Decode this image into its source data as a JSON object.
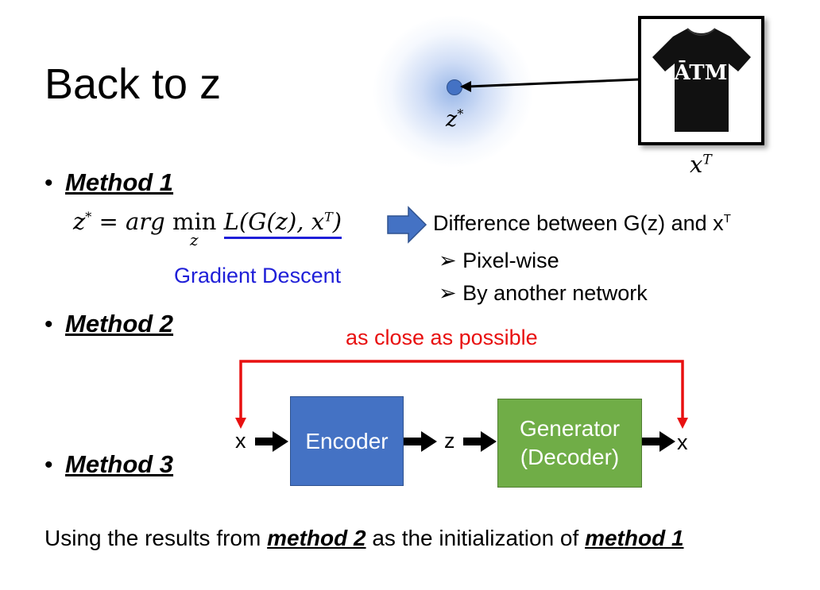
{
  "title": "Back to z",
  "z_star": "z*",
  "x_T": "xT",
  "shirt_logo": "ATM",
  "methods": [
    {
      "label": "Method 1"
    },
    {
      "label": "Method 2"
    },
    {
      "label": "Method 3"
    }
  ],
  "equation": {
    "lhs": "z* = arg min",
    "min_sub": "z",
    "loss": "L(G(z), xT)"
  },
  "gradient_descent": "Gradient Descent",
  "difference": {
    "text": "Difference between G(z) and x",
    "sup": "T",
    "items": [
      "Pixel-wise",
      "By another network"
    ]
  },
  "close_label": "as close as possible",
  "diagram": {
    "x_in": "x",
    "encoder": "Encoder",
    "z": "z",
    "generator_line1": "Generator",
    "generator_line2": "(Decoder)",
    "x_out": "x"
  },
  "bottom": {
    "pre": "Using the results from ",
    "m2": "method 2",
    "mid": " as the initialization of ",
    "m1": "method 1"
  },
  "colors": {
    "blue_box": "#4472C4",
    "green_box": "#70AD47",
    "red": "#E81010",
    "loss_blue": "#1F1FD8"
  }
}
